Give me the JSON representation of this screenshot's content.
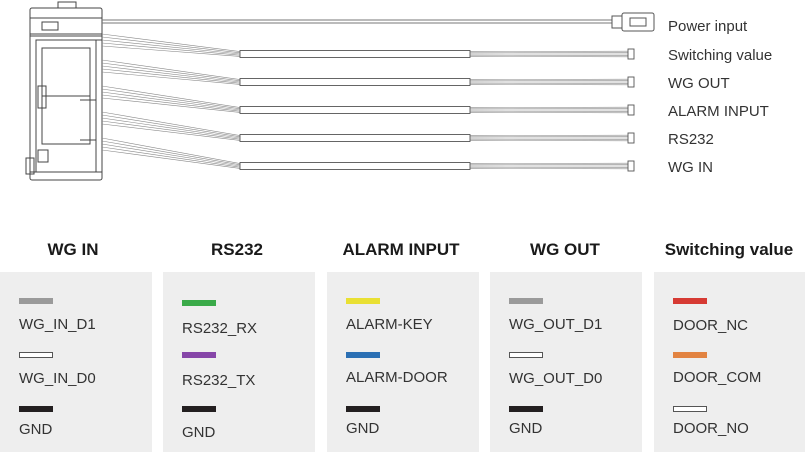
{
  "connectors": [
    {
      "label": "Power input"
    },
    {
      "label": "Switching value"
    },
    {
      "label": "WG OUT"
    },
    {
      "label": "ALARM INPUT"
    },
    {
      "label": "RS232"
    },
    {
      "label": "WG IN"
    }
  ],
  "panels": [
    {
      "title": "WG IN",
      "wires": [
        {
          "label": "WG_IN_D1",
          "color": "#9a9a9a",
          "hollow": false
        },
        {
          "label": "WG_IN_D0",
          "color": "#ffffff",
          "hollow": true
        },
        {
          "label": "GND",
          "color": "#231f20",
          "hollow": false
        }
      ]
    },
    {
      "title": "RS232",
      "wires": [
        {
          "label": "RS232_RX",
          "color": "#3aaa49",
          "hollow": false
        },
        {
          "label": "RS232_TX",
          "color": "#8646a8",
          "hollow": false
        },
        {
          "label": "GND",
          "color": "#231f20",
          "hollow": false
        }
      ]
    },
    {
      "title": "ALARM INPUT",
      "wires": [
        {
          "label": "ALARM-KEY",
          "color": "#e9e033",
          "hollow": false
        },
        {
          "label": "ALARM-DOOR",
          "color": "#2b6fb3",
          "hollow": false
        },
        {
          "label": "GND",
          "color": "#231f20",
          "hollow": false
        }
      ]
    },
    {
      "title": "WG OUT",
      "wires": [
        {
          "label": "WG_OUT_D1",
          "color": "#9a9a9a",
          "hollow": false
        },
        {
          "label": "WG_OUT_D0",
          "color": "#ffffff",
          "hollow": true
        },
        {
          "label": "GND",
          "color": "#231f20",
          "hollow": false
        }
      ]
    },
    {
      "title": "Switching value",
      "wires": [
        {
          "label": "DOOR_NC",
          "color": "#d63a33",
          "hollow": false
        },
        {
          "label": "DOOR_COM",
          "color": "#e28341",
          "hollow": false
        },
        {
          "label": "DOOR_NO",
          "color": "#ffffff",
          "hollow": true
        }
      ]
    }
  ]
}
